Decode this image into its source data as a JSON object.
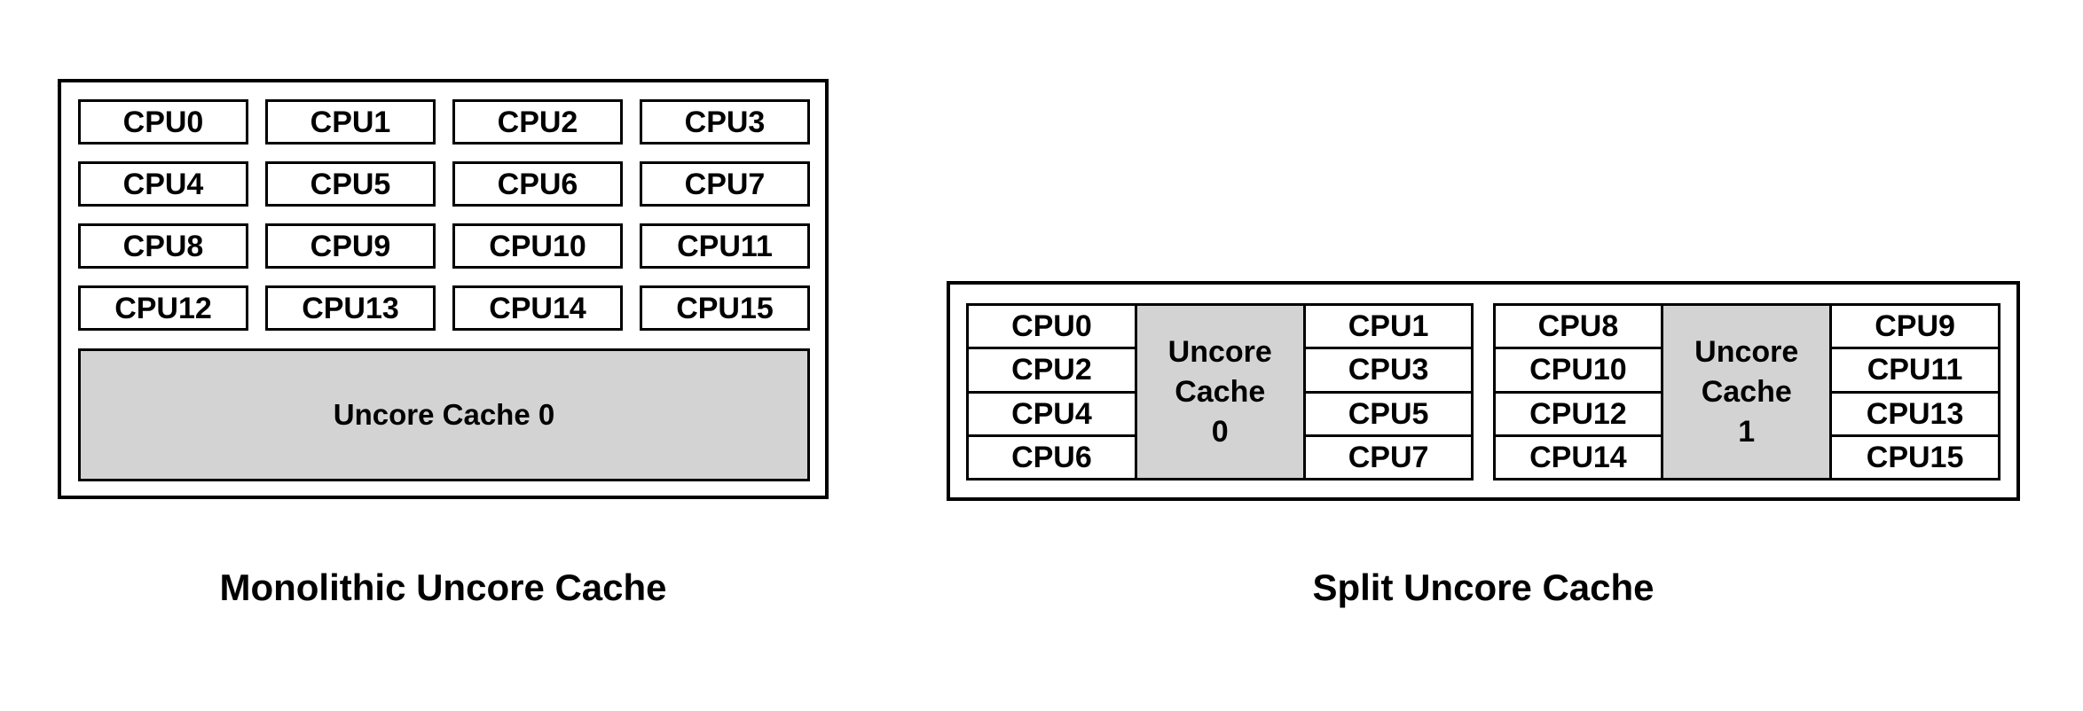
{
  "colors": {
    "border": "#000000",
    "cache_fill": "#d3d3d3",
    "text": "#000000",
    "background": "#ffffff"
  },
  "monolithic": {
    "caption": "Monolithic Uncore Cache",
    "cpus": [
      "CPU0",
      "CPU1",
      "CPU2",
      "CPU3",
      "CPU4",
      "CPU5",
      "CPU6",
      "CPU7",
      "CPU8",
      "CPU9",
      "CPU10",
      "CPU11",
      "CPU12",
      "CPU13",
      "CPU14",
      "CPU15"
    ],
    "cache_label": "Uncore Cache 0"
  },
  "split": {
    "caption": "Split Uncore Cache",
    "groups": [
      {
        "left_cpus": [
          "CPU0",
          "CPU2",
          "CPU4",
          "CPU6"
        ],
        "cache_lines": [
          "Uncore",
          "Cache",
          "0"
        ],
        "right_cpus": [
          "CPU1",
          "CPU3",
          "CPU5",
          "CPU7"
        ]
      },
      {
        "left_cpus": [
          "CPU8",
          "CPU10",
          "CPU12",
          "CPU14"
        ],
        "cache_lines": [
          "Uncore",
          "Cache",
          "1"
        ],
        "right_cpus": [
          "CPU9",
          "CPU11",
          "CPU13",
          "CPU15"
        ]
      }
    ]
  }
}
